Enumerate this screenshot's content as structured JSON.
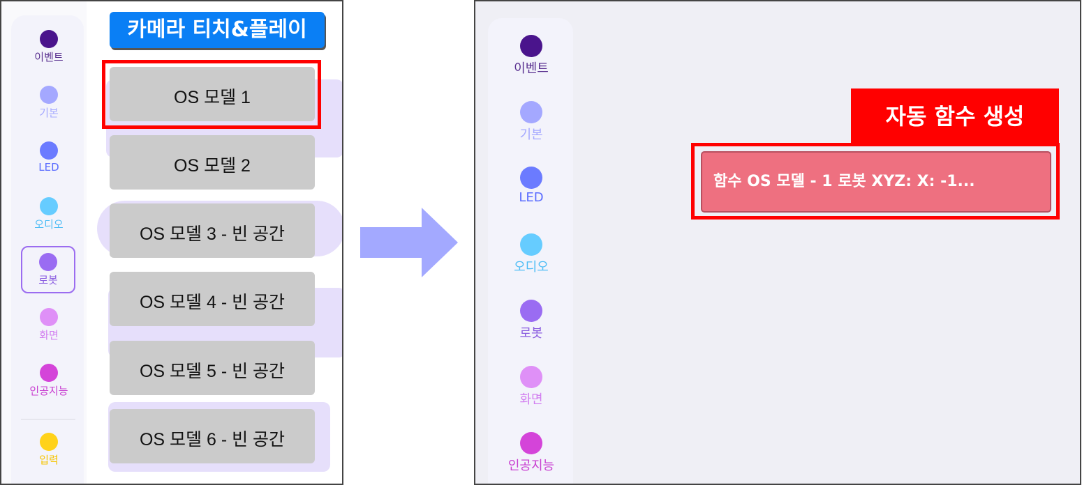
{
  "categories": [
    {
      "label": "이벤트",
      "color": "#4a148c",
      "text": "#5a3090"
    },
    {
      "label": "기본",
      "color": "#a4a8ff",
      "text": "#a4a8ff"
    },
    {
      "label": "LED",
      "color": "#6b7bff",
      "text": "#5a6cff"
    },
    {
      "label": "오디오",
      "color": "#66ccff",
      "text": "#4fbdf5"
    },
    {
      "label": "로봇",
      "color": "#9a6cf2",
      "text": "#8a5ce0"
    },
    {
      "label": "화면",
      "color": "#df90f7",
      "text": "#d27ef0"
    },
    {
      "label": "인공지능",
      "color": "#d444d9",
      "text": "#c83dd0"
    },
    {
      "label": "입력",
      "color": "#ffd21a",
      "text": "#f5c400"
    }
  ],
  "left": {
    "title": "카메라 티치&플레이",
    "models": [
      "OS 모델 1",
      "OS 모델 2",
      "OS 모델 3 - 빈 공간",
      "OS 모델 4 - 빈 공간",
      "OS 모델 5 - 빈 공간",
      "OS 모델 6 - 빈 공간"
    ]
  },
  "right": {
    "label": "자동 함수 생성",
    "function_block": "함수 OS 모델 - 1  로봇 XYZ: X: -1..."
  },
  "colors": {
    "highlight": "#ff0000",
    "arrow": "#a3a9ff",
    "title_bg": "#0a7ff5"
  }
}
